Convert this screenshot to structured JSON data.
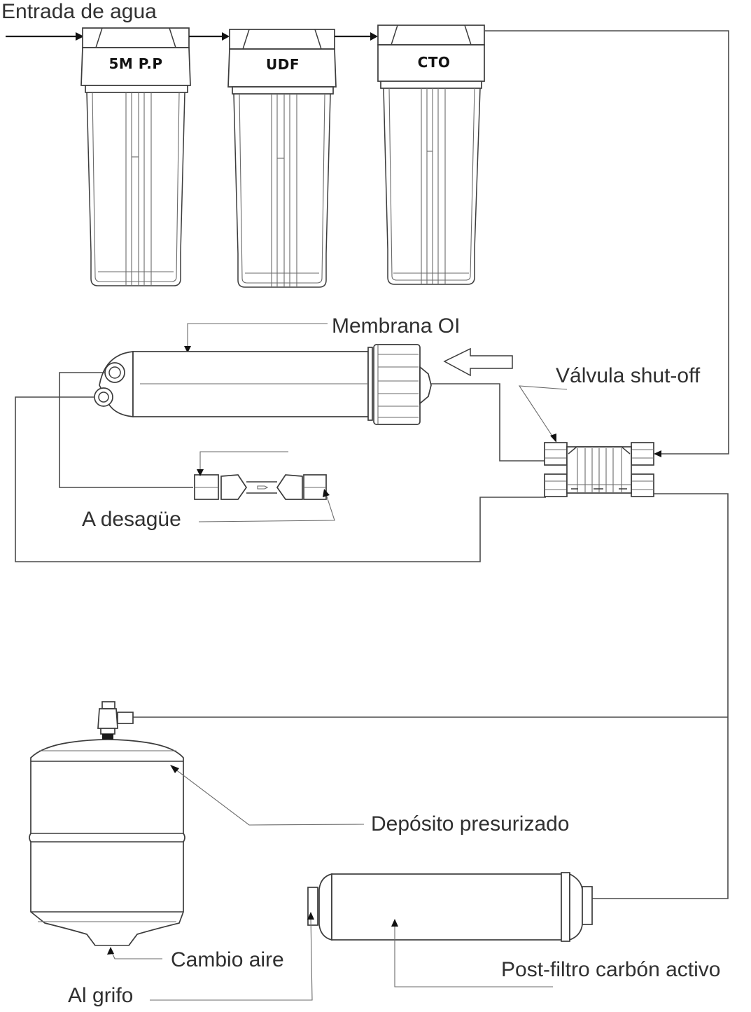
{
  "diagram": {
    "type": "reverse-osmosis-system-installation",
    "language": "es",
    "colors": {
      "line": "#4a4a4a",
      "text": "#303030",
      "background": "#ffffff"
    },
    "labels": {
      "water_inlet": "Entrada de agua",
      "ro_membrane": "Membrana OI",
      "shutoff_valve": "Válvula shut-off",
      "to_drain": "A desagüe",
      "pressurized_tank": "Depósito presurizado",
      "air_change": "Cambio aire",
      "to_faucet": "Al grifo",
      "carbon_post_filter": "Post-filtro carbón activo"
    },
    "prefilters": [
      {
        "label": "5M P.P"
      },
      {
        "label": "UDF"
      },
      {
        "label": "CTO"
      }
    ],
    "components": [
      {
        "id": "prefilter-5m-pp",
        "name": "5M P.P"
      },
      {
        "id": "prefilter-udf",
        "name": "UDF"
      },
      {
        "id": "prefilter-cto",
        "name": "CTO"
      },
      {
        "id": "ro-membrane",
        "name": "Membrana OI"
      },
      {
        "id": "flow-restrictor",
        "name": "A desagüe"
      },
      {
        "id": "shutoff-valve",
        "name": "Válvula shut-off"
      },
      {
        "id": "pressure-tank",
        "name": "Depósito presurizado"
      },
      {
        "id": "post-carbon-filter",
        "name": "Post-filtro carbón activo"
      }
    ],
    "flow": [
      [
        "Entrada de agua",
        "5M P.P"
      ],
      [
        "5M P.P",
        "UDF"
      ],
      [
        "UDF",
        "CTO"
      ],
      [
        "CTO",
        "Válvula shut-off"
      ],
      [
        "Válvula shut-off",
        "Membrana OI"
      ],
      [
        "Membrana OI",
        "A desagüe"
      ],
      [
        "Membrana OI",
        "Válvula shut-off"
      ],
      [
        "Válvula shut-off",
        "Depósito presurizado"
      ],
      [
        "Válvula shut-off",
        "Post-filtro carbón activo"
      ],
      [
        "Post-filtro carbón activo",
        "Al grifo"
      ]
    ]
  }
}
